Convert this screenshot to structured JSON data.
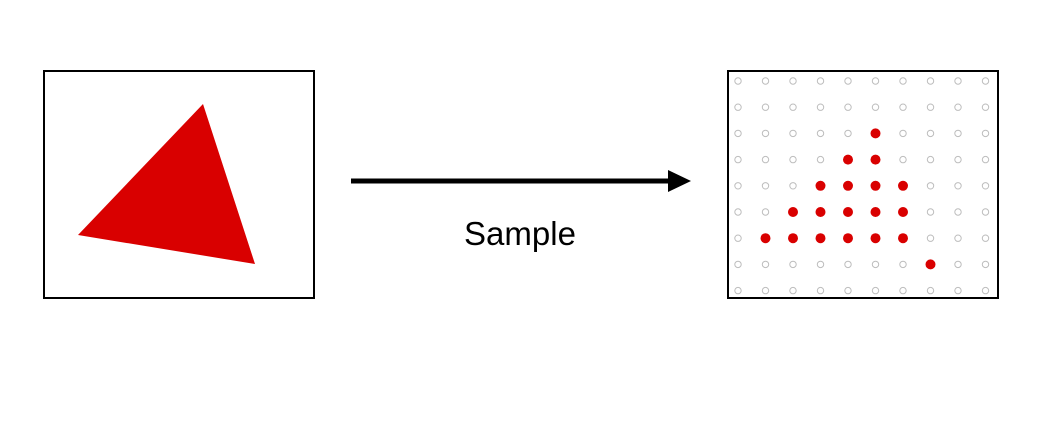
{
  "diagram": {
    "arrow_label": "Sample",
    "colors": {
      "fill": "#d90000",
      "frame": "#000000",
      "arrow": "#000000",
      "empty_sample": "#bdbdbd",
      "background": "#ffffff"
    },
    "sample_grid": {
      "cols": 10,
      "rows": 9,
      "filled": [
        [
          5,
          2
        ],
        [
          4,
          3
        ],
        [
          5,
          3
        ],
        [
          3,
          4
        ],
        [
          4,
          4
        ],
        [
          5,
          4
        ],
        [
          6,
          4
        ],
        [
          2,
          5
        ],
        [
          3,
          5
        ],
        [
          4,
          5
        ],
        [
          5,
          5
        ],
        [
          6,
          5
        ],
        [
          1,
          6
        ],
        [
          2,
          6
        ],
        [
          3,
          6
        ],
        [
          4,
          6
        ],
        [
          5,
          6
        ],
        [
          6,
          6
        ],
        [
          7,
          7
        ]
      ]
    }
  }
}
